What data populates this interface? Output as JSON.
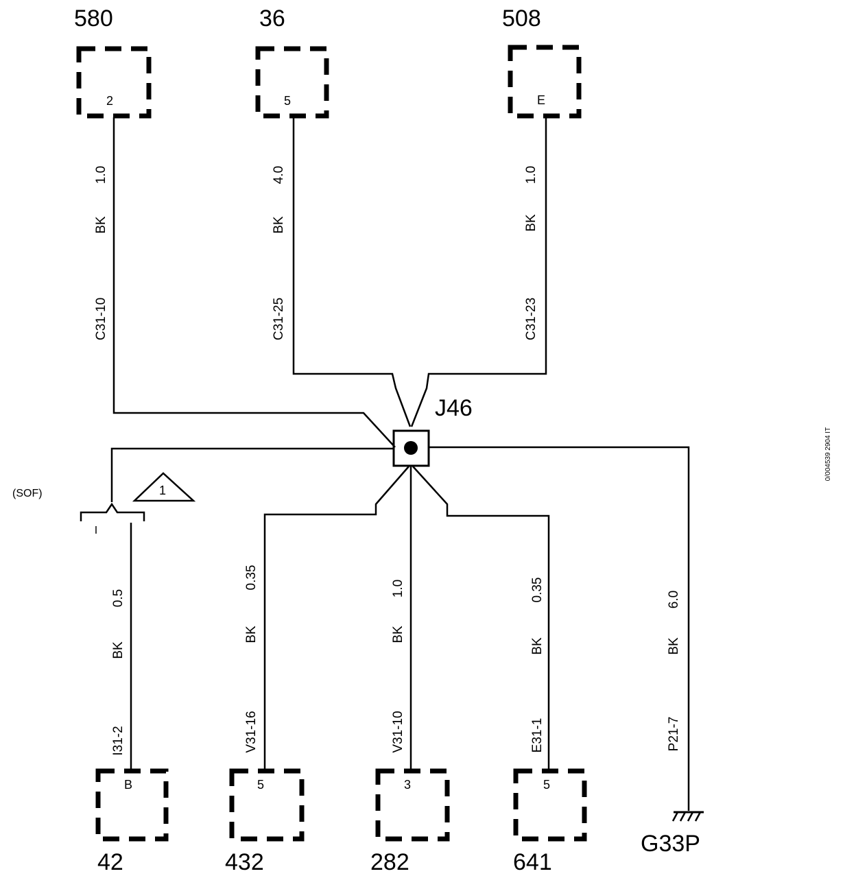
{
  "components_top": [
    {
      "id": "580",
      "pin": "2"
    },
    {
      "id": "36",
      "pin": "5"
    },
    {
      "id": "508",
      "pin": "E"
    }
  ],
  "components_bottom": [
    {
      "id": "42",
      "pin": "B"
    },
    {
      "id": "432",
      "pin": "5"
    },
    {
      "id": "282",
      "pin": "3"
    },
    {
      "id": "641",
      "pin": "5"
    }
  ],
  "ground": {
    "id": "G33P"
  },
  "splice": {
    "id": "J46"
  },
  "wires_top": [
    {
      "size": "1.0",
      "color": "BK",
      "circuit": "C31-10"
    },
    {
      "size": "4.0",
      "color": "BK",
      "circuit": "C31-25"
    },
    {
      "size": "1.0",
      "color": "BK",
      "circuit": "C31-23"
    }
  ],
  "wires_bottom": [
    {
      "size": "0.5",
      "color": "BK",
      "circuit": "I31-2"
    },
    {
      "size": "0.35",
      "color": "BK",
      "circuit": "V31-16"
    },
    {
      "size": "1.0",
      "color": "BK",
      "circuit": "V31-10"
    },
    {
      "size": "0.35",
      "color": "BK",
      "circuit": "E31-1"
    },
    {
      "size": "6.0",
      "color": "BK",
      "circuit": "P21-7"
    }
  ],
  "option_label": "(SOF)",
  "note_number": "1",
  "branch_mark": "I",
  "doc_id": "0/004539 2904 IT"
}
